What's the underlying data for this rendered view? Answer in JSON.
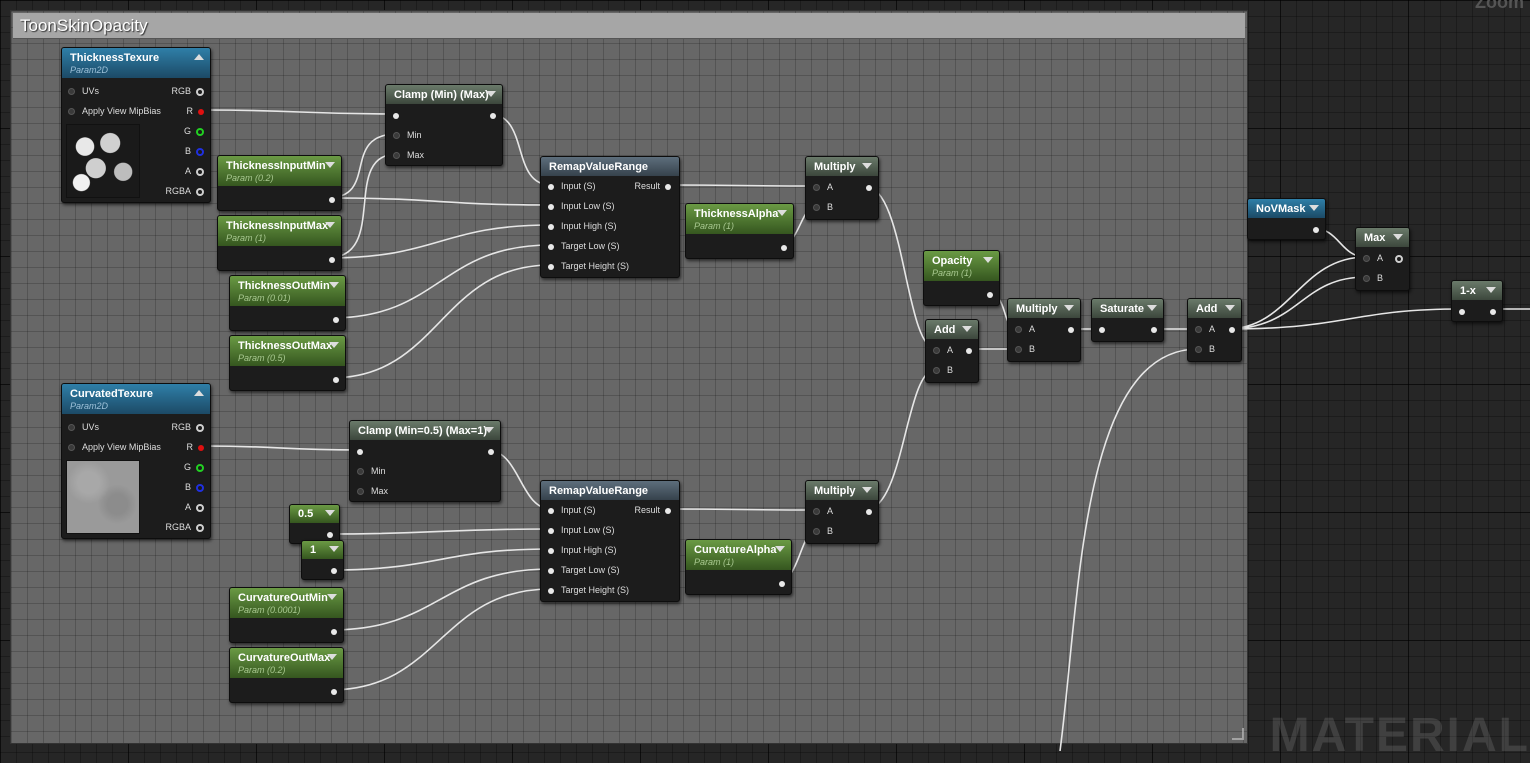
{
  "comment": {
    "title": "ToonSkinOpacity"
  },
  "viewport": {
    "zoom_label": "Zoom",
    "watermark": "MATERIAL"
  },
  "texture_nodes": [
    {
      "title": "ThicknessTexure",
      "subtitle": "Param2D",
      "inputs": [
        "UVs",
        "Apply View MipBias"
      ],
      "outputs": [
        "RGB",
        "R",
        "G",
        "B",
        "A",
        "RGBA"
      ]
    },
    {
      "title": "CurvatedTexure",
      "subtitle": "Param2D",
      "inputs": [
        "UVs",
        "Apply View MipBias"
      ],
      "outputs": [
        "RGB",
        "R",
        "G",
        "B",
        "A",
        "RGBA"
      ]
    }
  ],
  "params": {
    "thickness_input_min": {
      "title": "ThicknessInputMin",
      "value": "Param (0.2)"
    },
    "thickness_input_max": {
      "title": "ThicknessInputMax",
      "value": "Param (1)"
    },
    "thickness_out_min": {
      "title": "ThicknessOutMin",
      "value": "Param (0.01)"
    },
    "thickness_out_max": {
      "title": "ThicknessOutMax",
      "value": "Param (0.5)"
    },
    "thickness_alpha": {
      "title": "ThicknessAlpha",
      "value": "Param (1)"
    },
    "opacity": {
      "title": "Opacity",
      "value": "Param (1)"
    },
    "curvature_out_min": {
      "title": "CurvatureOutMin",
      "value": "Param (0.0001)"
    },
    "curvature_out_max": {
      "title": "CurvatureOutMax",
      "value": "Param (0.2)"
    },
    "curvature_alpha": {
      "title": "CurvatureAlpha",
      "value": "Param (1)"
    }
  },
  "constants": {
    "c1": "0.5",
    "c2": "1"
  },
  "ops": {
    "clamp1": {
      "title": "Clamp (Min) (Max)",
      "inputs": [
        "Min",
        "Max"
      ]
    },
    "clamp2": {
      "title": "Clamp (Min=0.5) (Max=1)",
      "inputs": [
        "Min",
        "Max"
      ]
    },
    "remap1": {
      "title": "RemapValueRange",
      "inputs": [
        "Input (S)",
        "Input Low (S)",
        "Input High (S)",
        "Target Low (S)",
        "Target Height (S)"
      ],
      "output": "Result"
    },
    "remap2": {
      "title": "RemapValueRange",
      "inputs": [
        "Input (S)",
        "Input Low (S)",
        "Input High (S)",
        "Target Low (S)",
        "Target Height (S)"
      ],
      "output": "Result"
    },
    "multiply1": {
      "title": "Multiply",
      "inputs": [
        "A",
        "B"
      ]
    },
    "multiply2": {
      "title": "Multiply",
      "inputs": [
        "A",
        "B"
      ]
    },
    "add1": {
      "title": "Add",
      "inputs": [
        "A",
        "B"
      ]
    },
    "multiply3": {
      "title": "Multiply",
      "inputs": [
        "A",
        "B"
      ]
    },
    "saturate": {
      "title": "Saturate"
    },
    "add2": {
      "title": "Add",
      "inputs": [
        "A",
        "B"
      ]
    },
    "novmask": {
      "title": "NoVMask"
    },
    "max": {
      "title": "Max",
      "inputs": [
        "A",
        "B"
      ]
    },
    "one_minus": {
      "title": "1-x"
    }
  }
}
